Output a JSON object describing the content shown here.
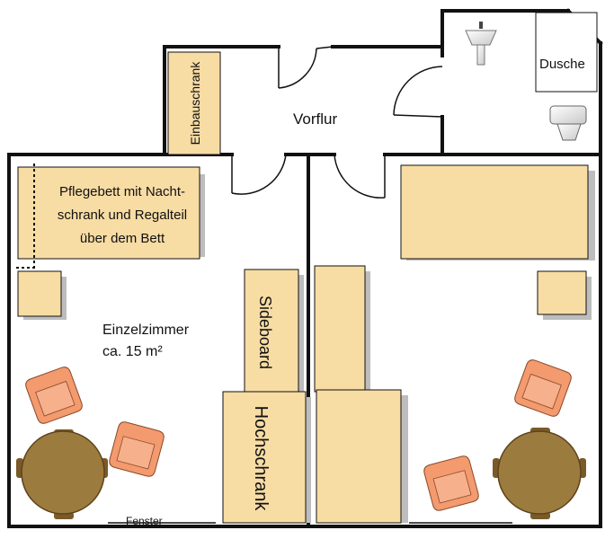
{
  "labels": {
    "einbauschrank": "Einbauschrank",
    "vorflur": "Vorflur",
    "dusche": "Dusche",
    "pflegebett_line1": "Pflegebett mit Nacht-",
    "pflegebett_line2": "schrank und Regalteil",
    "pflegebett_line3": "über dem Bett",
    "einzelzimmer_line1": "Einzelzimmer",
    "einzelzimmer_line2": "ca. 15 m²",
    "sideboard": "Sideboard",
    "hochschrank": "Hochschrank",
    "fenster": "Fenster"
  },
  "colors": {
    "wall": "#111111",
    "furniture": "#f7dca4",
    "furniture_shadow": "#bdbdbd",
    "chair": "#f39a6e",
    "table": "#9c7b3e",
    "fixture": "#d9d9d9"
  },
  "icons": [
    "sink-icon",
    "toilet-icon"
  ]
}
